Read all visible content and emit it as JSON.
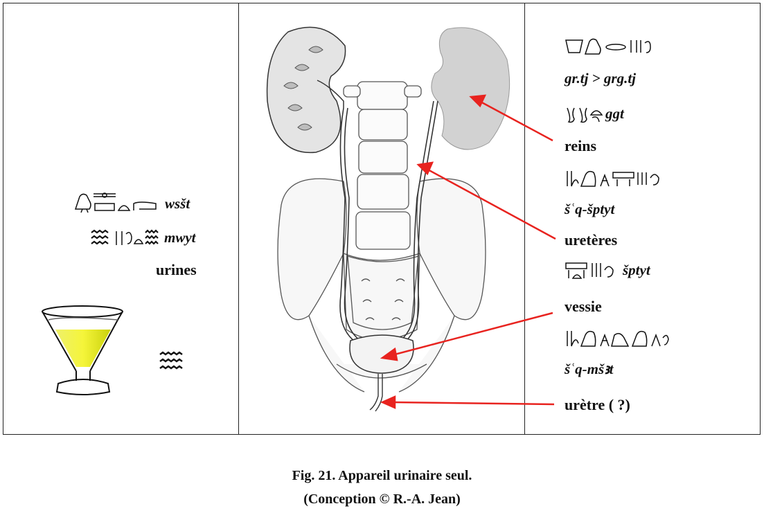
{
  "left_panel": {
    "translit_1": "wsšt",
    "translit_2": "mwyt",
    "label": "urines"
  },
  "right_panel": {
    "translit_kidney": "gr.tj > grg.tj",
    "translit_kidney_2": "ggt",
    "label_kidneys": "reins",
    "translit_ureters": "šʿq-šptyt",
    "label_ureters": "uretères",
    "translit_ureters_2": "šptyt",
    "label_bladder": "vessie",
    "translit_bladder": "šʿq-mšꜣt",
    "label_urethra": "urètre ( ?)"
  },
  "caption": {
    "line1": "Fig. 21. Appareil urinaire seul.",
    "line2": "(Conception © R.-A. Jean)"
  },
  "colors": {
    "arrow": "#e8231f",
    "liquid": "#d4dc1a",
    "kidney_right": "#d2d2d2",
    "border": "#222222"
  }
}
